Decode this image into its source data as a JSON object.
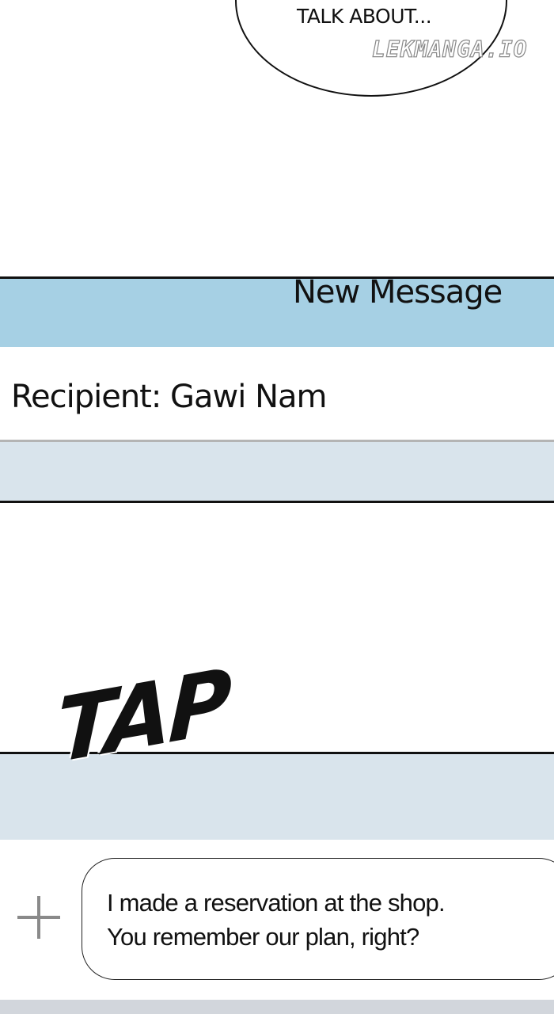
{
  "speech_bubble": {
    "text": "TALK ABOUT..."
  },
  "watermark": "LEKMANGA.IO",
  "header": {
    "title": "New Message"
  },
  "recipient": {
    "label": "Recipient: Gawi Nam"
  },
  "sfx": "TAP",
  "composer": {
    "message_line1": "I made a reservation at the shop.",
    "message_line2": "You remember our plan, right?",
    "add_icon": "plus-icon"
  },
  "colors": {
    "header": "#a6d0e4",
    "panel": "#d9e4ec",
    "bottom_bar": "#d2d6dc"
  }
}
